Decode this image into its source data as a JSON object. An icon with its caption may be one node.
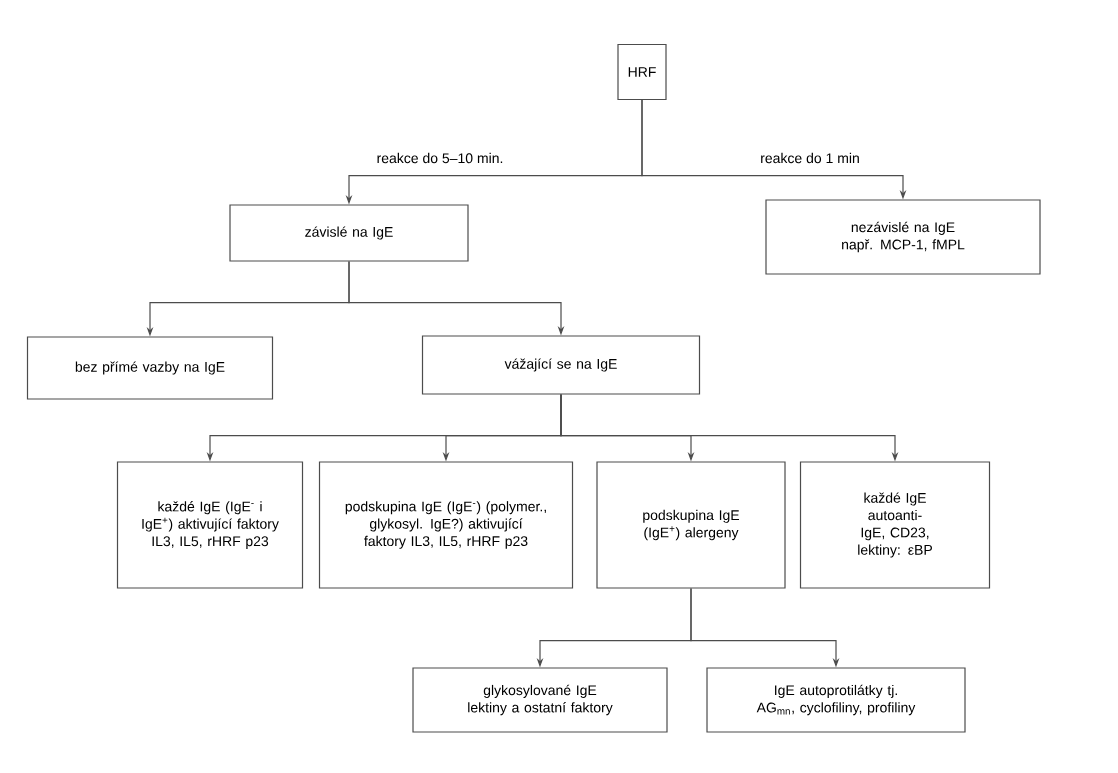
{
  "diagram": {
    "nodes": [
      {
        "text": [
          "HRF"
        ]
      },
      {
        "text": [
          "závislé na IgE"
        ]
      },
      {
        "text": [
          "nezávislé na IgE např. MCP-1, fMPL"
        ]
      },
      {
        "text": [
          "bez přímé vazby na IgE"
        ]
      },
      {
        "text": [
          "vážající se na IgE"
        ]
      },
      {
        "text": [
          "každé IgE (IgE$^{-}$ i IgE$^{+}$) aktivující faktory IL3, IL5, rHRF p23"
        ]
      },
      {
        "text": [
          "podskupina IgE (IgE$^{-}$) (polymer., glykosyl. IgE?) aktivující faktory IL3, IL5, rHRF p23"
        ]
      },
      {
        "text": [
          "podskupina IgE (IgE$^{+}$) alergeny"
        ]
      },
      {
        "text": [
          "každé IgE autoanti-IgE, CD23, lektiny: εBP"
        ]
      },
      {
        "text": [
          "glykosylované IgE lektiny a ostatní faktory"
        ]
      },
      {
        "text": [
          "IgE autoprotilátky tj. AG$_{mn}$, cyclofiliny, profiliny"
        ]
      }
    ],
    "edges": [
      {
        "from": 0,
        "to": 1,
        "arrow": "to",
        "label": "reakce do 5–10 min."
      },
      {
        "from": 0,
        "to": 2,
        "arrow": "to",
        "label": "reakce do 1 min"
      },
      {
        "from": 1,
        "to": 3,
        "arrow": "to"
      },
      {
        "from": 1,
        "to": 4,
        "arrow": "to"
      },
      {
        "from": 4,
        "to": 5,
        "arrow": "to"
      },
      {
        "from": 4,
        "to": 6,
        "arrow": "to"
      },
      {
        "from": 4,
        "to": 7,
        "arrow": "to"
      },
      {
        "from": 4,
        "to": 8,
        "arrow": "to"
      },
      {
        "from": 7,
        "to": 9,
        "arrow": "to"
      },
      {
        "from": 7,
        "to": 10,
        "arrow": "to"
      }
    ]
  }
}
